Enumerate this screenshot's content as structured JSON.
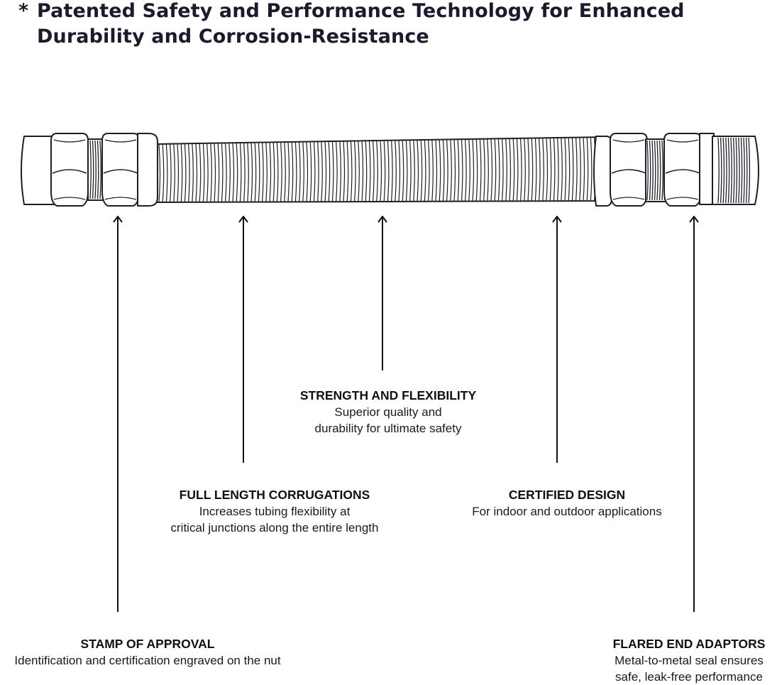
{
  "header": {
    "asterisk": "*",
    "title_line1": "Patented Safety and Performance Technology for Enhanced",
    "title_line2": "Durability and Corrosion-Resistance"
  },
  "illustration": {
    "subject": "corrugated-flexible-gas-connector",
    "stroke_color": "#1e1e28",
    "fill_color": "#ffffff"
  },
  "callouts": {
    "stamp": {
      "heading": "STAMP OF APPROVAL",
      "desc": [
        "Identification and certification engraved on the nut"
      ]
    },
    "corrugations": {
      "heading": "FULL LENGTH CORRUGATIONS",
      "desc": [
        "Increases tubing flexibility at",
        "critical junctions along the entire length"
      ]
    },
    "strength": {
      "heading": "STRENGTH AND FLEXIBILITY",
      "desc": [
        "Superior quality and",
        "durability for ultimate safety"
      ]
    },
    "certified": {
      "heading": "CERTIFIED DESIGN",
      "desc": [
        "For indoor and outdoor applications"
      ]
    },
    "flared": {
      "heading": "FLARED END ADAPTORS",
      "desc": [
        "Metal-to-metal seal ensures",
        "safe, leak-free performance"
      ]
    }
  }
}
